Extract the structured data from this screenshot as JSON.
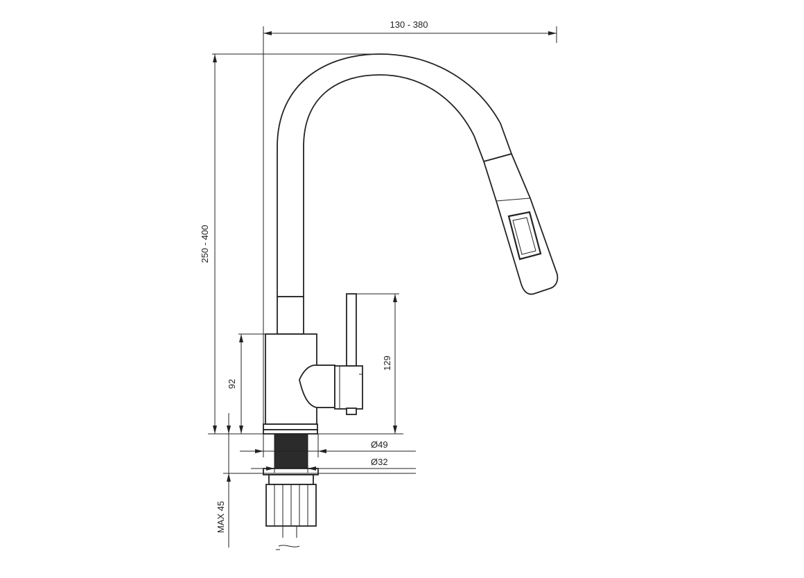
{
  "dimensions": {
    "reach": "130 - 380",
    "height": "250 - 400",
    "body_height": "92",
    "lever_height": "129",
    "base_diameter": "Ø49",
    "hole_diameter": "Ø32",
    "max_thickness": "MAX 45"
  },
  "colors": {
    "line": "#222222",
    "thread": "#2b2b2b",
    "background": "#ffffff"
  }
}
